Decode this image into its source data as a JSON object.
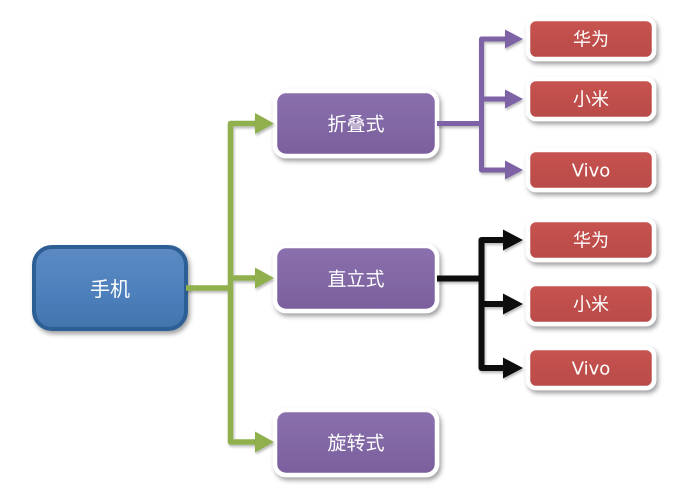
{
  "diagram": {
    "type": "hierarchy-tree",
    "root": {
      "label": "手机"
    },
    "branches": [
      {
        "label": "折叠式",
        "children": [
          {
            "label": "华为"
          },
          {
            "label": "小米"
          },
          {
            "label": "Vivo"
          }
        ]
      },
      {
        "label": "直立式",
        "children": [
          {
            "label": "华为"
          },
          {
            "label": "小米"
          },
          {
            "label": "Vivo"
          }
        ]
      },
      {
        "label": "旋转式",
        "children": []
      }
    ],
    "colors": {
      "background": "#FFFFFF",
      "root_fill": "#4F81BD",
      "root_border": "#2E5E94",
      "branch_fill": "#8064A2",
      "leaf_fill": "#C0504D",
      "box_border": "#FFFFFF",
      "root_connector": "#8FB04E",
      "foldable_connector": "#7D63A5",
      "upright_connector": "#0B0B0B"
    }
  }
}
